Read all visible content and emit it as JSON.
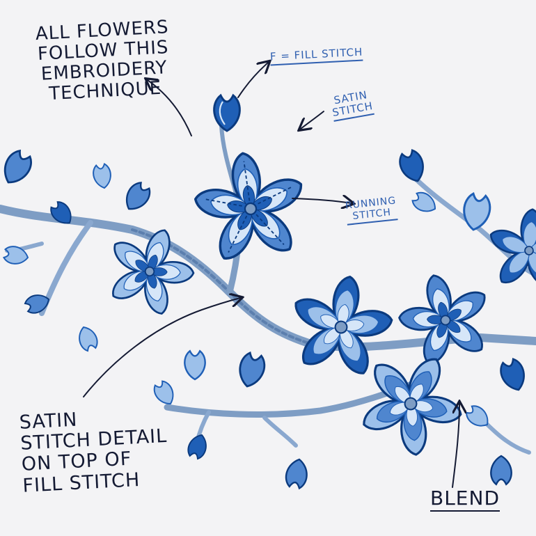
{
  "annotations": {
    "all_flowers": "All flowers\nfollow this\nembroidery\ntechnique",
    "fill_stitch": "F = Fill stitch",
    "satin_stitch": "Satin\nstitch",
    "running_stitch": "Running\nstitch",
    "satin_detail": "Satin\nstitch detail\non top of\nfill stitch",
    "blend": "Blend"
  },
  "palette": {
    "navy": "#0b3a7e",
    "royal": "#1f5fb6",
    "mid": "#4f86cf",
    "light": "#9cc0ea",
    "pale": "#d6e6f8",
    "branch": "#7e9dc4",
    "ink": "#141a33",
    "label_blue": "#2f5fb0",
    "background": "#f3f3f5"
  }
}
